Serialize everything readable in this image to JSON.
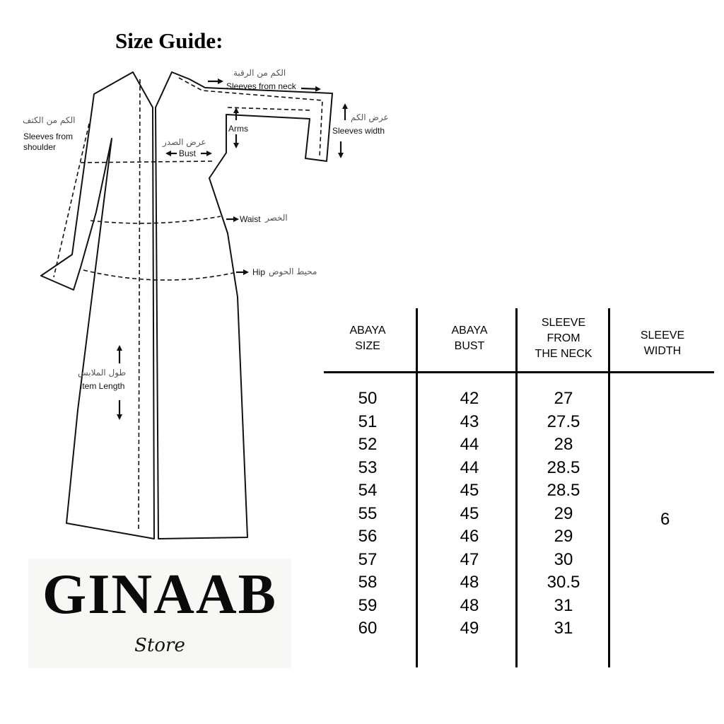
{
  "title": "Size Guide:",
  "diagram": {
    "sleeves_from_neck_ar": "الكم من الرقبة",
    "sleeves_from_neck": "Sleeves from neck",
    "sleeves_from_shoulder_ar": "الكم من الكتف",
    "sleeves_from_shoulder": "Sleeves from",
    "sleeves_from_shoulder_2": "shoulder",
    "sleeves_width_ar": "عرض الكم",
    "sleeves_width": "Sleeves width",
    "arms": "Arms",
    "bust_ar": "عرض الصدر",
    "bust": "Bust",
    "waist": "Waist",
    "waist_ar": "الخصر",
    "hip": "Hip",
    "hip_ar": "محيط الحوض",
    "item_length_ar": "طول الملابس",
    "item_length": "Item Length"
  },
  "logo": {
    "brand": "GINAAB",
    "sub": "Store"
  },
  "table": {
    "headers": [
      {
        "line1": "ABAYA",
        "line2": "SIZE",
        "line3": ""
      },
      {
        "line1": "ABAYA",
        "line2": "BUST",
        "line3": ""
      },
      {
        "line1": "SLEEVE",
        "line2": "FROM",
        "line3": "THE NECK"
      },
      {
        "line1": "SLEEVE",
        "line2": "WIDTH",
        "line3": ""
      }
    ],
    "abaya_size": [
      "50",
      "51",
      "52",
      "53",
      "54",
      "55",
      "56",
      "57",
      "58",
      "59",
      "60"
    ],
    "abaya_bust": [
      "42",
      "43",
      "44",
      "44",
      "45",
      "45",
      "46",
      "47",
      "48",
      "48",
      "49"
    ],
    "sleeve_from_neck": [
      "27",
      "27.5",
      "28",
      "28.5",
      "28.5",
      "29",
      "29",
      "30",
      "30.5",
      "31",
      "31"
    ],
    "sleeve_width": "6"
  }
}
